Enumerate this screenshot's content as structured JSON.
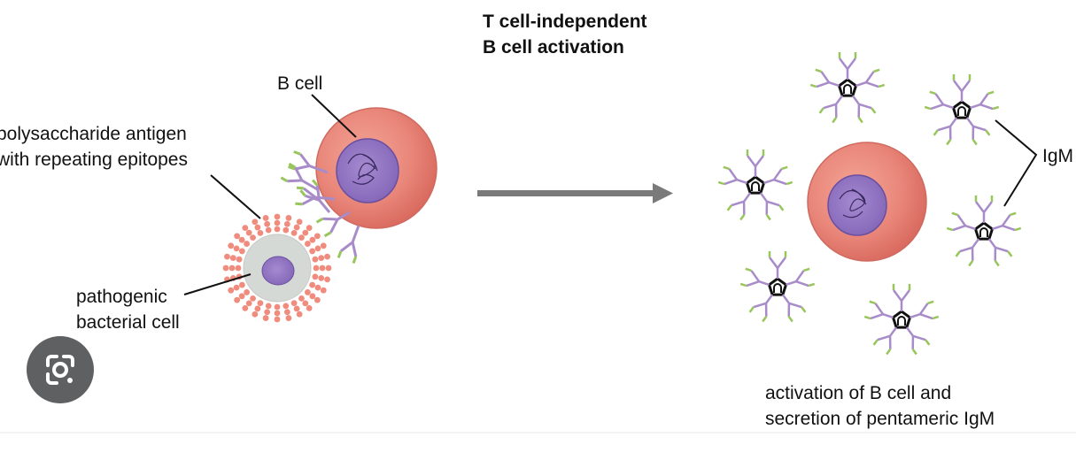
{
  "title": {
    "line1": "T cell-independent",
    "line2": "B cell activation"
  },
  "labels": {
    "b_cell": "B cell",
    "antigen_line1": "polysaccharide antigen",
    "antigen_line2": "with repeating epitopes",
    "pathogen_line1": "pathogenic",
    "pathogen_line2": "bacterial cell",
    "igm": "IgM",
    "caption_line1": "activation of B cell and",
    "caption_line2": "secretion of pentameric IgM"
  },
  "icons": {
    "visual_search": "camera-lens-icon"
  },
  "colors": {
    "cell_fill": "#e9867a",
    "nucleus": "#9b7fc4",
    "bacterium": "#d5d9d6",
    "antigen": "#ef8c7e",
    "antibody_heavy": "#a88cc9",
    "antibody_light": "#97c65a",
    "arrow": "#7a7a7a"
  }
}
